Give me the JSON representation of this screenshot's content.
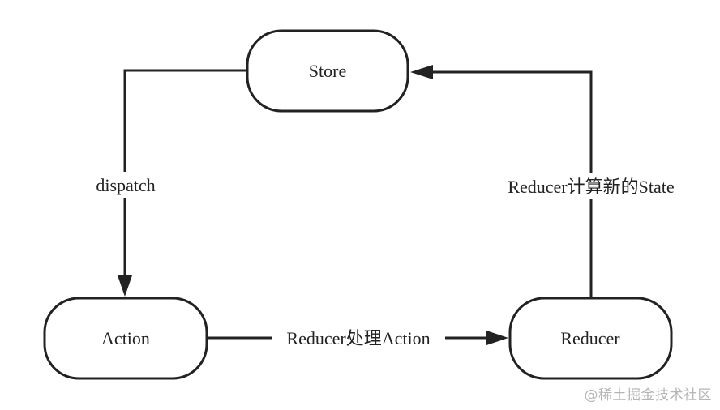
{
  "nodes": {
    "store": "Store",
    "action": "Action",
    "reducer": "Reducer"
  },
  "edges": {
    "dispatch": "dispatch",
    "process": "Reducer处理Action",
    "compute": "Reducer计算新的State"
  },
  "watermark": "@稀土掘金技术社区"
}
